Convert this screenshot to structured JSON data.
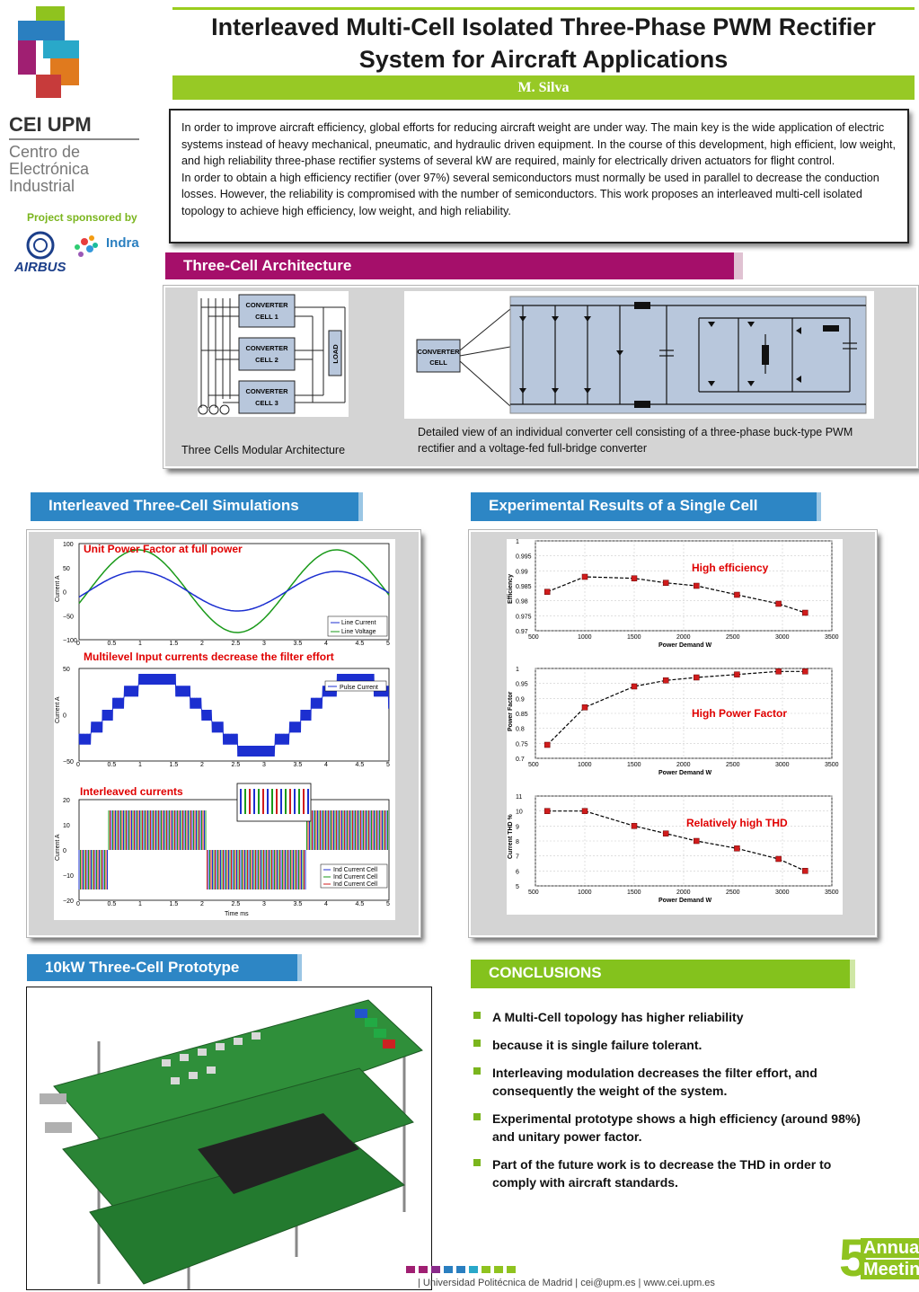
{
  "header": {
    "title": "Interleaved Multi-Cell Isolated Three-Phase PWM Rectifier System for Aircraft Applications",
    "author": "M. Silva",
    "logo": {
      "name": "CEI UPM",
      "line1": "Centro de",
      "line2": "Electrónica",
      "line3": "Industrial"
    },
    "sponsored_label": "Project sponsored by",
    "sponsors": [
      "AIRBUS",
      "Indra"
    ]
  },
  "abstract": {
    "p1": "In order to improve aircraft efficiency, global efforts for reducing aircraft weight are under way. The main key is the wide application of electric systems instead of heavy mechanical, pneumatic, and hydraulic driven equipment. In the course of this development, high efficient, low weight, and high reliability three-phase rectifier systems of several kW are required, mainly for electrically driven actuators for flight control.",
    "p2": "In order to obtain a high efficiency rectifier (over 97%) several semiconductors must normally be used in parallel to decrease the conduction losses. However, the reliability is compromised with the number of semiconductors.  This work proposes an interleaved multi-cell isolated topology to achieve high efficiency, low weight, and high reliability."
  },
  "architecture": {
    "heading": "Three-Cell Architecture",
    "cells": [
      "CONVERTER CELL 1",
      "CONVERTER CELL 2",
      "CONVERTER CELL 3"
    ],
    "cell_line1": "CONVERTER",
    "cell_suffix": [
      "CELL 1",
      "CELL 2",
      "CELL 3"
    ],
    "load": "LOAD",
    "single_cell_line1": "CONVERTER",
    "single_cell_line2": "CELL",
    "caption_left": "Three Cells Modular Architecture",
    "caption_right": "Detailed view of an individual converter cell consisting of a three-phase buck-type PWM rectifier and a voltage-fed full-bridge converter"
  },
  "simulations": {
    "heading": "Interleaved Three-Cell Simulations",
    "label1": "Unit Power Factor at full power",
    "label2": "Multilevel Input currents decrease the filter effort",
    "label3": "Interleaved currents",
    "legend1": [
      "Line Current",
      "Line Voltage"
    ],
    "legend2": [
      "Pulse Current"
    ],
    "legend3": [
      "Ind Current Cell",
      "Ind Current Cell",
      "Ind Current Cell"
    ],
    "ylabel": "Current A",
    "xlabel": "Time ms"
  },
  "experimental": {
    "heading": "Experimental Results of a Single Cell",
    "xlabel": "Power Demand W"
  },
  "chart_data": [
    {
      "type": "line",
      "ylabel": "Efficiency",
      "xlabel": "Power Demand W",
      "annotation": "High efficiency",
      "xlim": [
        500,
        3500
      ],
      "ylim": [
        0.97,
        1
      ],
      "x": [
        620,
        1000,
        1500,
        1820,
        2130,
        2540,
        2960,
        3230
      ],
      "series": [
        {
          "values": [
            0.983,
            0.988,
            0.9875,
            0.986,
            0.985,
            0.982,
            0.979,
            0.976
          ]
        }
      ]
    },
    {
      "type": "line",
      "ylabel": "Power Factor",
      "xlabel": "Power Demand W",
      "annotation": "High Power Factor",
      "xlim": [
        500,
        3500
      ],
      "ylim": [
        0.7,
        1
      ],
      "x": [
        620,
        1000,
        1500,
        1820,
        2130,
        2540,
        2960,
        3230
      ],
      "series": [
        {
          "values": [
            0.745,
            0.87,
            0.94,
            0.96,
            0.97,
            0.98,
            0.99,
            0.99
          ]
        }
      ]
    },
    {
      "type": "line",
      "ylabel": "Current THD %",
      "xlabel": "Power Demand W",
      "annotation": "Relatively high THD",
      "xlim": [
        500,
        3500
      ],
      "ylim": [
        5,
        11
      ],
      "x": [
        620,
        1000,
        1500,
        1820,
        2130,
        2540,
        2960,
        3230
      ],
      "series": [
        {
          "values": [
            10,
            10,
            9,
            8.5,
            8,
            7.5,
            6.8,
            6
          ]
        }
      ]
    }
  ],
  "prototype": {
    "heading": "10kW Three-Cell Prototype"
  },
  "conclusions": {
    "heading": "CONCLUSIONS",
    "items": [
      " A Multi-Cell topology has higher reliability",
      "because it is single failure tolerant.",
      " Interleaving modulation decreases the filter effort, and consequently the weight of the system.",
      " Experimental prototype shows a high efficiency (around 98%) and unitary power factor.",
      "Part of the future work is to decrease the THD in order to comply with aircraft standards."
    ]
  },
  "footer": {
    "text": "| Universidad Politécnica de Madrid | cei@upm.es | www.cei.upm.es",
    "meeting_number": "5",
    "meeting_l1": "Annual",
    "meeting_l2": "Meeting"
  },
  "colors": {
    "green": "#97c925",
    "magenta": "#a50f6a",
    "blue": "#2d86c5",
    "panel": "#d4d4d4"
  }
}
